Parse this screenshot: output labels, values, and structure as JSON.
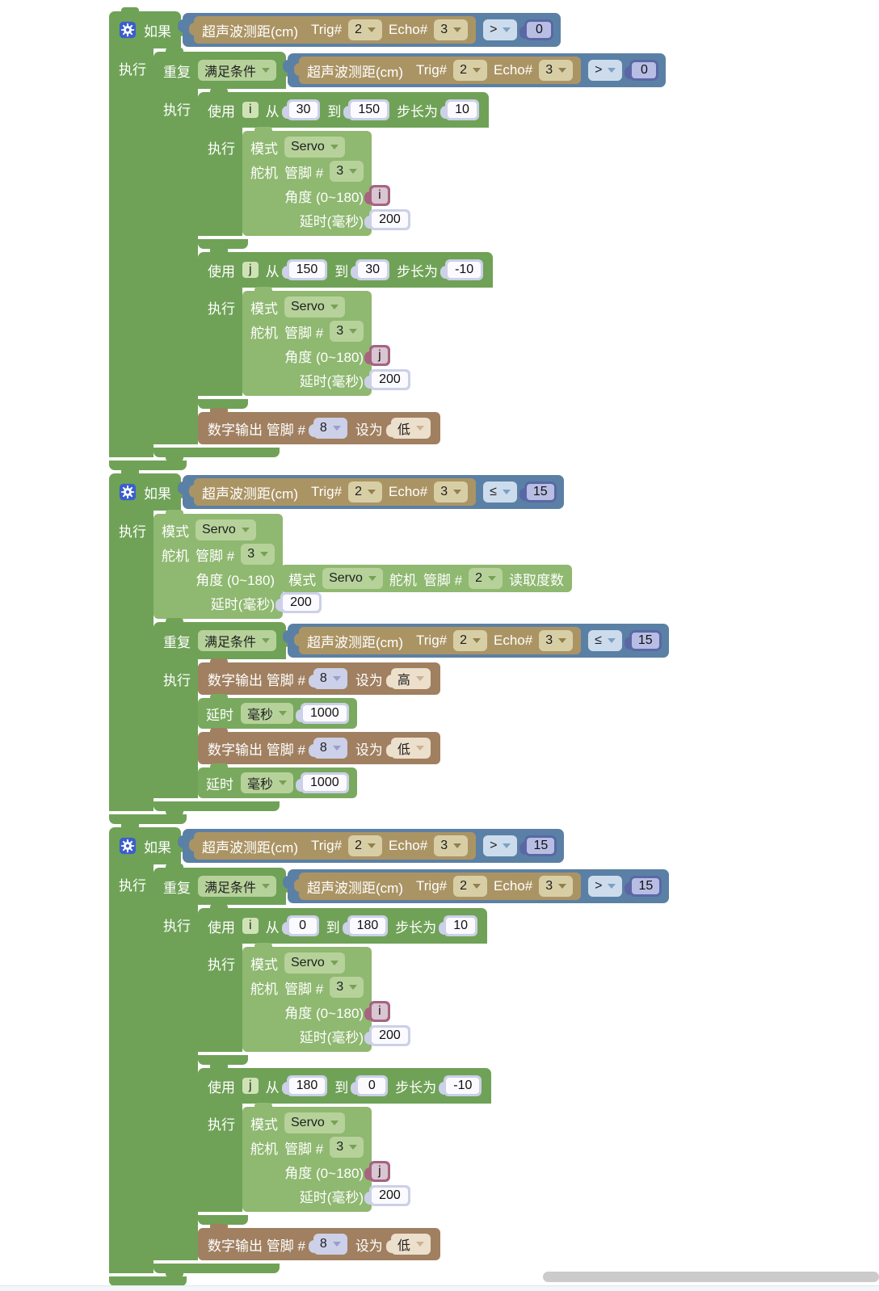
{
  "labels": {
    "if": "如果",
    "do": "执行",
    "repeat": "重复",
    "while_mode": "满足条件",
    "use": "使用",
    "from": "从",
    "to": "到",
    "step_by": "步长为",
    "mode": "模式",
    "servo_name": "舵机",
    "pin_hash": "管脚 #",
    "angle": "角度 (0~180)",
    "delay_ms": "延时(毫秒)",
    "delay": "延时",
    "digital_out": "数字输出 管脚 #",
    "set_to": "设为",
    "ultrasonic": "超声波测距(cm)",
    "trig": "Trig#",
    "echo": "Echo#",
    "read_deg": "读取度数"
  },
  "program": {
    "if1": {
      "cond": {
        "trig": "2",
        "echo": "3",
        "op": ">",
        "num": "0"
      },
      "loop": {
        "cond": {
          "trig": "2",
          "echo": "3",
          "op": ">",
          "num": "0"
        }
      },
      "for_i": {
        "var": "i",
        "from": "30",
        "to": "150",
        "step": "10",
        "servo": {
          "mode": "Servo",
          "pin": "3",
          "angle": "i",
          "delay": "200"
        }
      },
      "for_j": {
        "var": "j",
        "from": "150",
        "to": "30",
        "step": "-10",
        "servo": {
          "mode": "Servo",
          "pin": "3",
          "angle": "j",
          "delay": "200"
        }
      },
      "dig": {
        "pin": "8",
        "level": "低"
      }
    },
    "if2": {
      "cond": {
        "trig": "2",
        "echo": "3",
        "op": "≤",
        "num": "15"
      },
      "servo": {
        "mode": "Servo",
        "pin": "3",
        "delay": "200",
        "angle_reader": {
          "mode": "Servo",
          "pin": "2"
        }
      },
      "loop": {
        "cond": {
          "trig": "2",
          "echo": "3",
          "op": "≤",
          "num": "15"
        },
        "dig_high": {
          "pin": "8",
          "level": "高"
        },
        "delay1": {
          "unit": "毫秒",
          "num": "1000"
        },
        "dig_low": {
          "pin": "8",
          "level": "低"
        },
        "delay2": {
          "unit": "毫秒",
          "num": "1000"
        }
      }
    },
    "if3": {
      "cond": {
        "trig": "2",
        "echo": "3",
        "op": ">",
        "num": "15"
      },
      "loop": {
        "cond": {
          "trig": "2",
          "echo": "3",
          "op": ">",
          "num": "15"
        }
      },
      "for_i": {
        "var": "i",
        "from": "0",
        "to": "180",
        "step": "10",
        "servo": {
          "mode": "Servo",
          "pin": "3",
          "angle": "i",
          "delay": "200"
        }
      },
      "for_j": {
        "var": "j",
        "from": "180",
        "to": "0",
        "step": "-10",
        "servo": {
          "mode": "Servo",
          "pin": "3",
          "angle": "j",
          "delay": "200"
        }
      },
      "dig": {
        "pin": "8",
        "level": "低"
      }
    }
  },
  "colors": {
    "block_green": "#6FA257",
    "block_green_light": "#8FB870",
    "block_delay_green": "#79A95E",
    "block_blue": "#5B80A5",
    "block_indigo": "#5B67A5",
    "block_tan": "#AB9464",
    "block_brown": "#A08060",
    "block_plum": "#A5647F",
    "gear_blue": "#3A5ECF",
    "scrollbar_gray": "#CBCBCB"
  }
}
